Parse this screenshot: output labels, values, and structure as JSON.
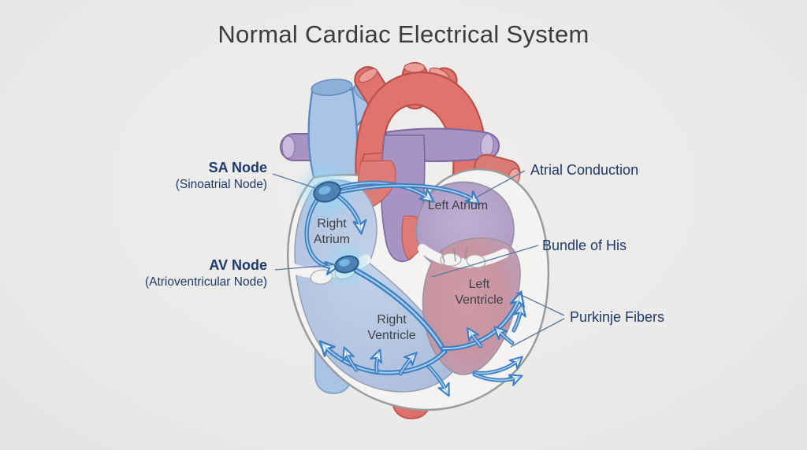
{
  "title": "Normal Cardiac Electrical System",
  "labels": {
    "sa_node": {
      "name": "SA Node",
      "full": "(Sinoatrial Node)"
    },
    "av_node": {
      "name": "AV Node",
      "full": "(Atrioventricular Node)"
    },
    "atrial_conduction": "Atrial Conduction",
    "bundle_of_his": "Bundle of His",
    "purkinje_fibers": "Purkinje Fibers"
  },
  "chambers": {
    "right_atrium": "Right Atrium",
    "left_atrium": "Left Atrium",
    "left_ventricle": "Left Ventricle",
    "right_ventricle": "Right Ventricle"
  },
  "colors": {
    "background": "#ebeae8",
    "title_text": "#3c3c3c",
    "label_navy": "#1c3a6d",
    "chamber_text": "#3f4046",
    "conduction_blue": "#3c80c3",
    "conduction_core": "#a8cdec",
    "node_fill": "#4e82b4",
    "node_glow": "#8fd9f7",
    "vein_blue": "#a9c4e6",
    "artery_red": "#e0736e",
    "pulmonary_purple": "#a794c5",
    "heart_wall": "#f4f3f1",
    "heart_outline": "#9b9b9b",
    "right_heart_fill": "#b3c4e0",
    "left_atrium_fill": "#b4a3c8",
    "left_ventricle_fill": "#c794a2"
  }
}
